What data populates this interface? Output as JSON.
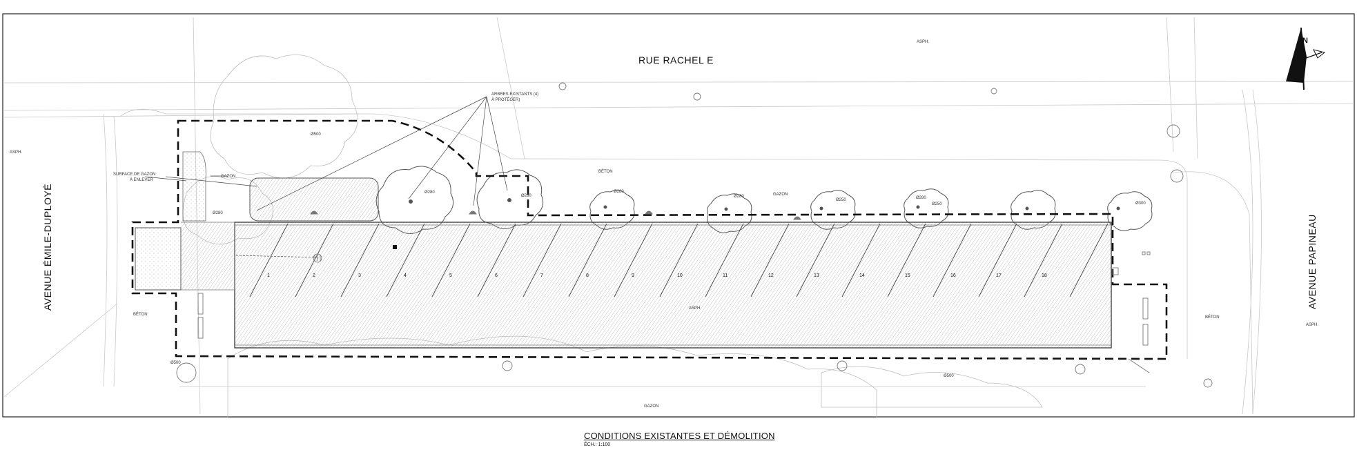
{
  "streets": {
    "north": "RUE RACHEL E",
    "west": "AVENUE ÉMILE-DUPLOYÉ",
    "east": "AVENUE PAPINEAU"
  },
  "annotations": {
    "trees_existing": "ARBRES EXISTANTS (4) À PROTÉGER)",
    "grass_removal": "SURFACE DE GAZON À ENLEVER",
    "gazon_1": "GAZON",
    "gazon_2": "GAZON",
    "gazon_bottom": "GAZON",
    "beton_top": "BÉTON",
    "beton_left": "BÉTON",
    "beton_right": "BÉTON",
    "asph_center": "ASPH.",
    "asph_top": "ASPH.",
    "asph_left": "ASPH.",
    "asph_right": "ASPH."
  },
  "tree_diameters": [
    "Ø500",
    "Ø280",
    "Ø280",
    "Ø280",
    "Ø280",
    "Ø280",
    "Ø250",
    "Ø280",
    "Ø250",
    "Ø300",
    "Ø500",
    "Ø500"
  ],
  "parking_spaces": [
    "1",
    "2",
    "3",
    "4",
    "5",
    "6",
    "7",
    "8",
    "9",
    "10",
    "11",
    "12",
    "13",
    "14",
    "15",
    "16",
    "17",
    "18"
  ],
  "north_arrow": {
    "letter": "N"
  },
  "caption": {
    "title": "CONDITIONS EXISTANTES ET DÉMOLITION",
    "scale": "ÉCH.: 1:100"
  }
}
